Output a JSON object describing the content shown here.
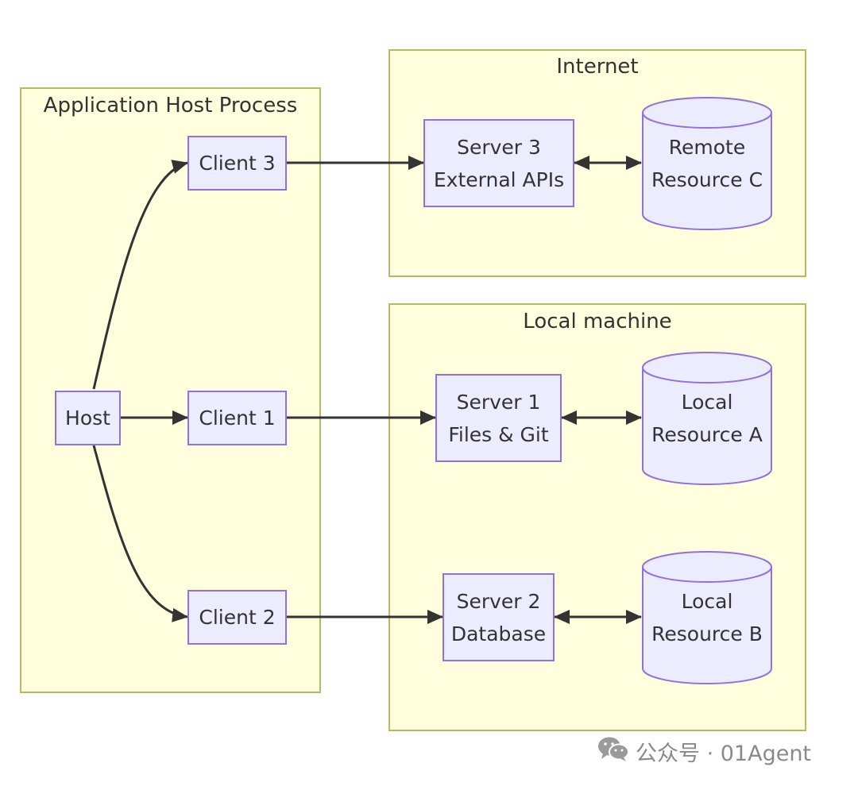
{
  "groups": {
    "app_host": {
      "title": "Application Host Process"
    },
    "internet": {
      "title": "Internet"
    },
    "local": {
      "title": "Local machine"
    }
  },
  "nodes": {
    "host": {
      "label": "Host"
    },
    "client1": {
      "label": "Client 1"
    },
    "client2": {
      "label": "Client 2"
    },
    "client3": {
      "label": "Client 3"
    },
    "server1": {
      "line1": "Server 1",
      "line2": "Files & Git"
    },
    "server2": {
      "line1": "Server 2",
      "line2": "Database"
    },
    "server3": {
      "line1": "Server 3",
      "line2": "External APIs"
    }
  },
  "resources": {
    "a": {
      "line1": "Local",
      "line2": "Resource A"
    },
    "b": {
      "line1": "Local",
      "line2": "Resource B"
    },
    "c": {
      "line1": "Remote",
      "line2": "Resource C"
    }
  },
  "watermark": {
    "text": "公众号 · 01Agent",
    "icon": "wechat-icon"
  },
  "colors": {
    "group_fill": "#ffffde",
    "group_border": "#b8b86a",
    "node_fill": "#ececff",
    "node_border": "#9370db",
    "edge": "#333333"
  }
}
